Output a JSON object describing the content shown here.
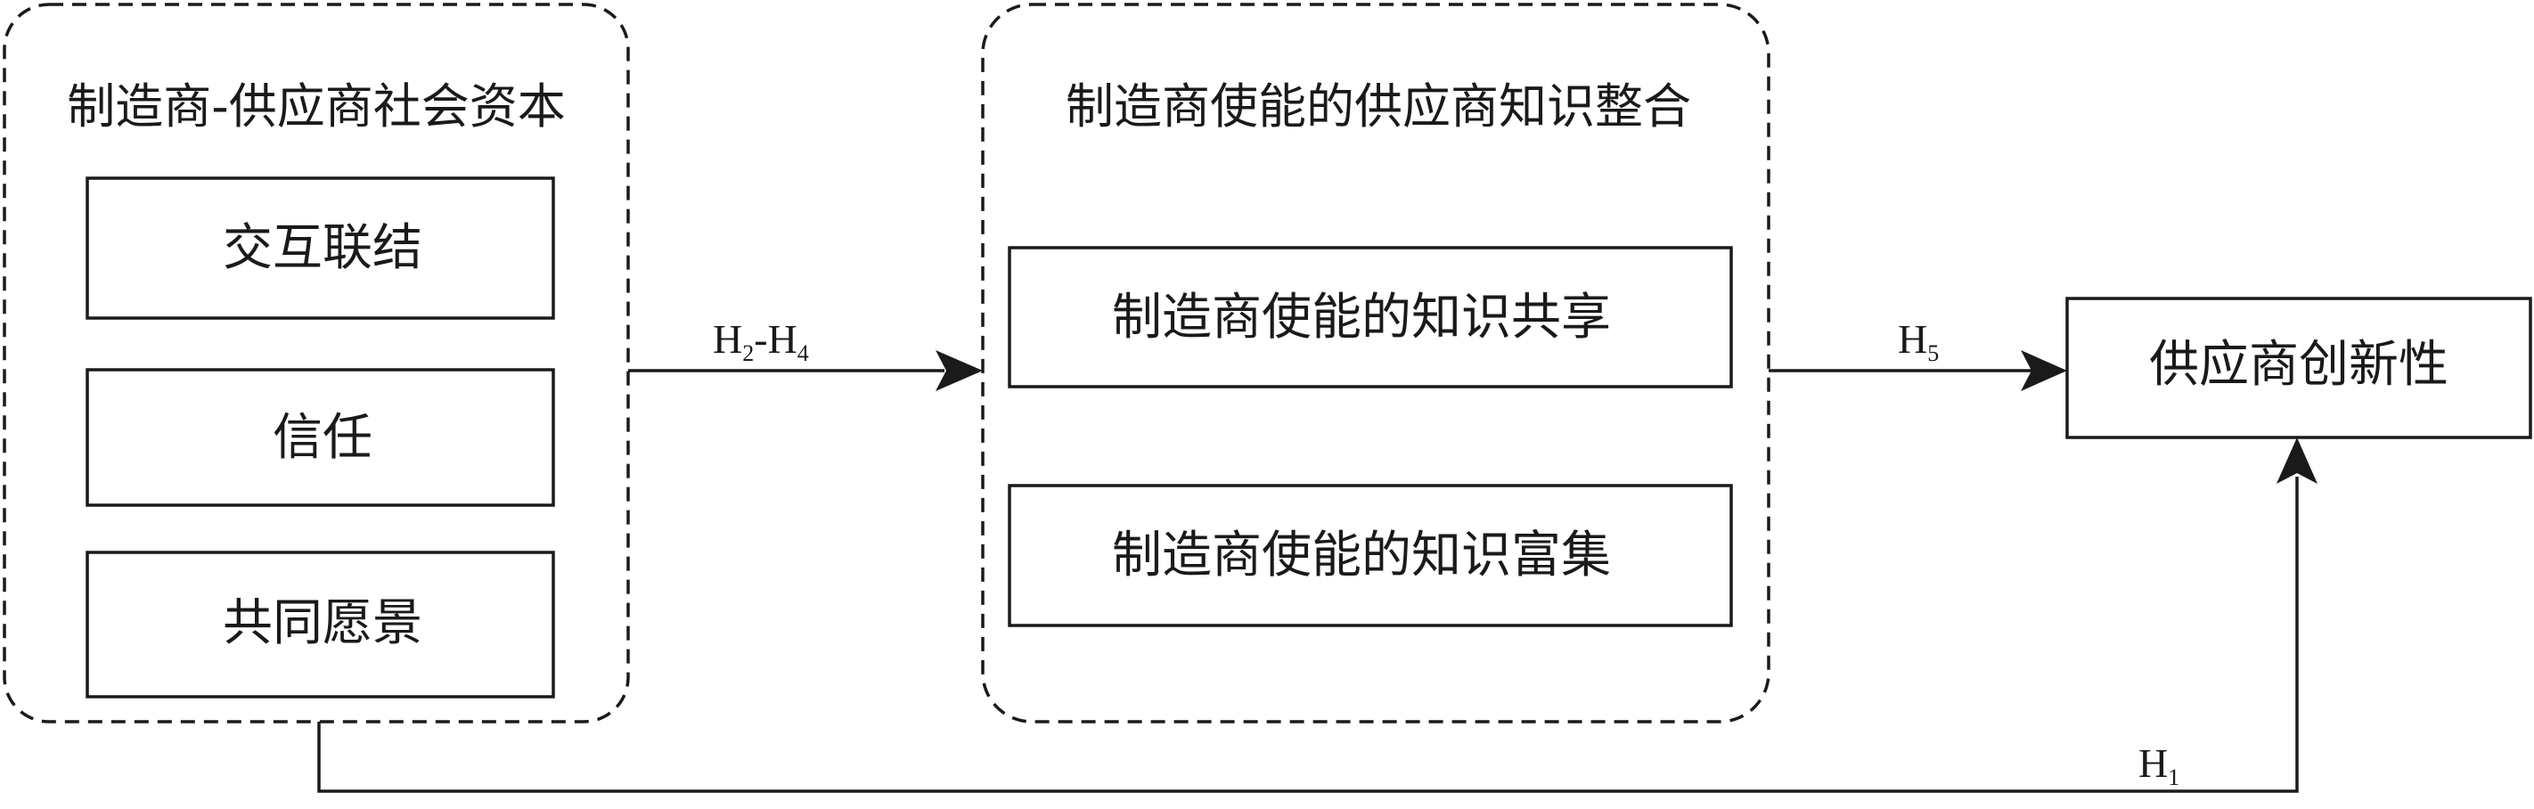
{
  "groups": {
    "social_capital": {
      "title": "制造商-供应商社会资本",
      "items": [
        "交互联结",
        "信任",
        "共同愿景"
      ]
    },
    "knowledge_integration": {
      "title": "制造商使能的供应商知识整合",
      "items": [
        "制造商使能的知识共享",
        "制造商使能的知识富集"
      ]
    }
  },
  "outcome": {
    "label": "供应商创新性"
  },
  "hypotheses": {
    "h2_h4": {
      "base_a": "H",
      "sub_a": "2",
      "dash": "-",
      "base_b": "H",
      "sub_b": "4"
    },
    "h5": {
      "base": "H",
      "sub": "5"
    },
    "h1": {
      "base": "H",
      "sub": "1"
    }
  }
}
